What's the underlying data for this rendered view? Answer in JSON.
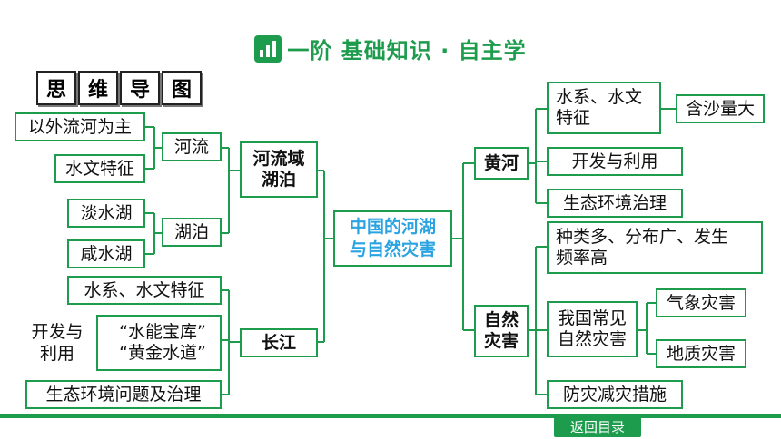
{
  "header": {
    "title": "一阶  基础知识 · 自主学"
  },
  "badge": [
    "思",
    "维",
    "导",
    "图"
  ],
  "center": {
    "line1": "中国的河湖",
    "line2": "与自然灾害"
  },
  "left": {
    "rivers_lakes": {
      "line1": "河流域",
      "line2": "湖泊"
    },
    "rivers": "河流",
    "river_items": [
      "以外流河为主",
      "水文特征"
    ],
    "lakes": "湖泊",
    "lake_items": [
      "淡水湖",
      "咸水湖"
    ],
    "changjiang": "长江",
    "changjiang_items": {
      "hydro": "水系、水文特征",
      "dev_label": {
        "line1": "开发与",
        "line2": "利用"
      },
      "dev1": "“水能宝库”",
      "dev2": "“黄金水道”",
      "eco": "生态环境问题及治理"
    }
  },
  "right": {
    "huanghe": "黄河",
    "hh_items": {
      "hydro": {
        "line1": "水系、水文",
        "line2": "特征"
      },
      "sand": "含沙量大",
      "dev": "开发与利用",
      "eco": "生态环境治理"
    },
    "disaster": {
      "line1": "自然",
      "line2": "灾害"
    },
    "dis_items": {
      "types": {
        "line1": "种类多、分布广、发生",
        "line2": "频率高"
      },
      "common": {
        "line1": "我国常见",
        "line2": "自然灾害"
      },
      "weather": "气象灾害",
      "geo": "地质灾害",
      "measures": "防灾减灾措施"
    }
  },
  "footer": {
    "back_button": "返回目录"
  },
  "colors": {
    "accent": "#1e9c4d",
    "center_text": "#2aa3e0"
  }
}
